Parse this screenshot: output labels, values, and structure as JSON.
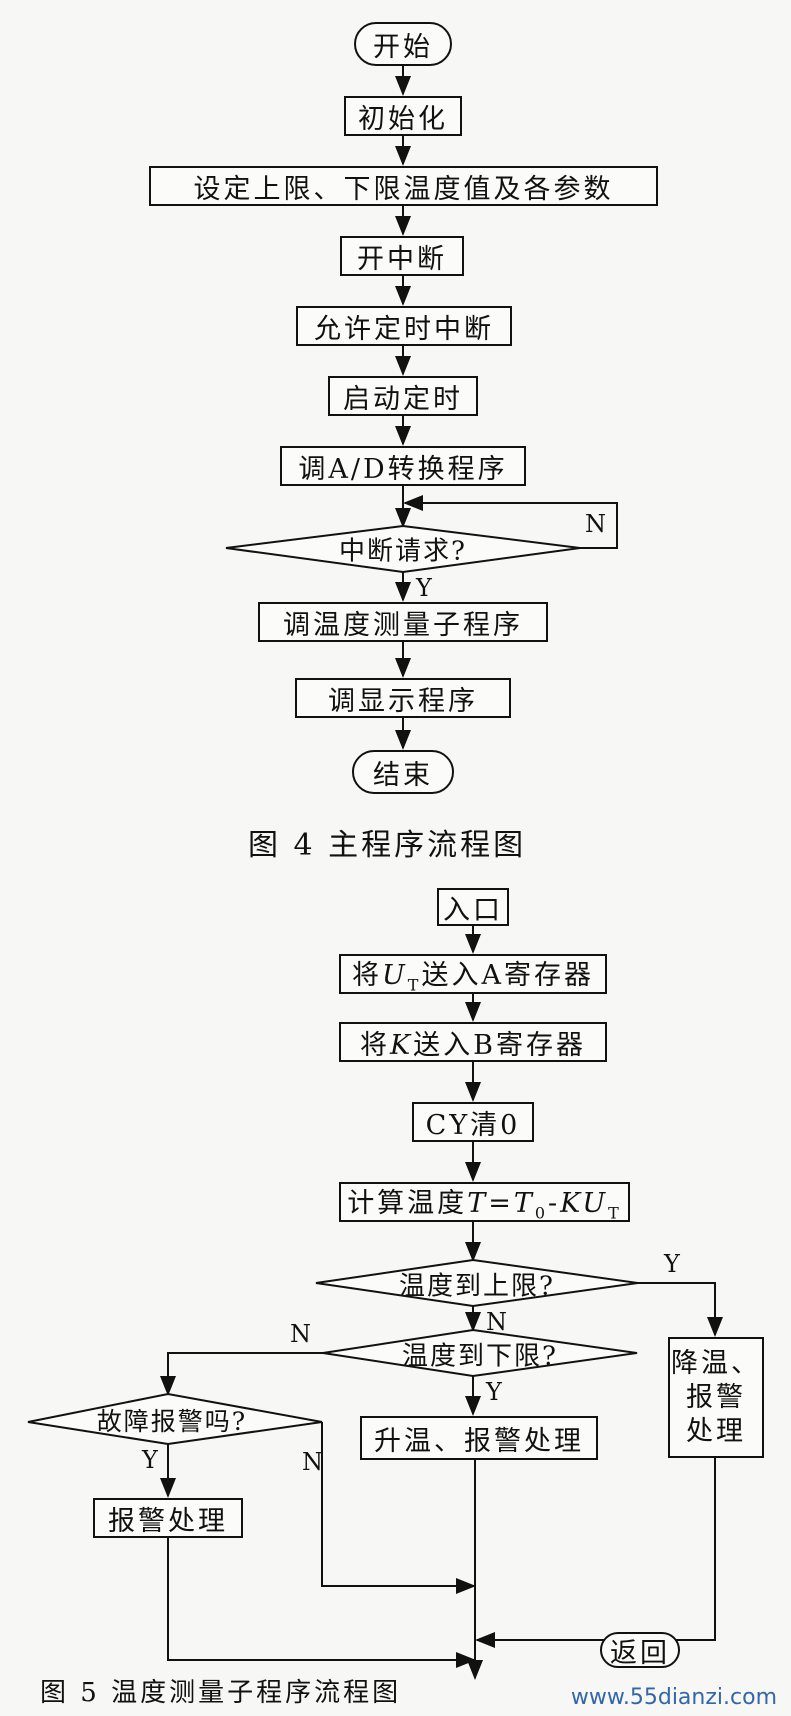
{
  "fig4": {
    "caption": "图 4  主程序流程图",
    "start": "开始",
    "init": "初始化",
    "set_limits": "设定上限、下限温度值及各参数",
    "enable_int": "开中断",
    "allow_timer_int": "允许定时中断",
    "start_timer": "启动定时",
    "call_ad": "调A/D转换程序",
    "int_request": "中断请求?",
    "yes": "Y",
    "no": "N",
    "call_temp": "调温度测量子程序",
    "call_display": "调显示程序",
    "end": "结束"
  },
  "fig5": {
    "caption": "图 5  温度测量子程序流程图",
    "entry": "入口",
    "ut_to_a_pre": "将",
    "ut_var": "U",
    "ut_sub": "T",
    "ut_to_a_post": "送入A寄存器",
    "k_to_b_pre": "将",
    "k_var": "K",
    "k_to_b_post": "送入B寄存器",
    "cy_clear": "CY清0",
    "calc_pre": "计算温度",
    "calc_formula_t": "T",
    "calc_formula_eq": "=",
    "calc_formula_t0": "T",
    "calc_formula_0": "0",
    "calc_formula_minus": "-",
    "calc_formula_ku": "KU",
    "calc_formula_sub": "T",
    "upper_limit": "温度到上限?",
    "lower_limit": "温度到下限?",
    "fault_alarm": "故障报警吗?",
    "cool_alarm_l1": "降温、",
    "cool_alarm_l2": "报警",
    "cool_alarm_l3": "处理",
    "heat_alarm": "升温、报警处理",
    "alarm": "报警处理",
    "return": "返回",
    "y_upper": "Y",
    "n_upper": "N",
    "n_lower": "N",
    "y_lower": "Y",
    "y_fault": "Y",
    "n_fault": "N"
  },
  "watermark": "www.55dianzi.com"
}
